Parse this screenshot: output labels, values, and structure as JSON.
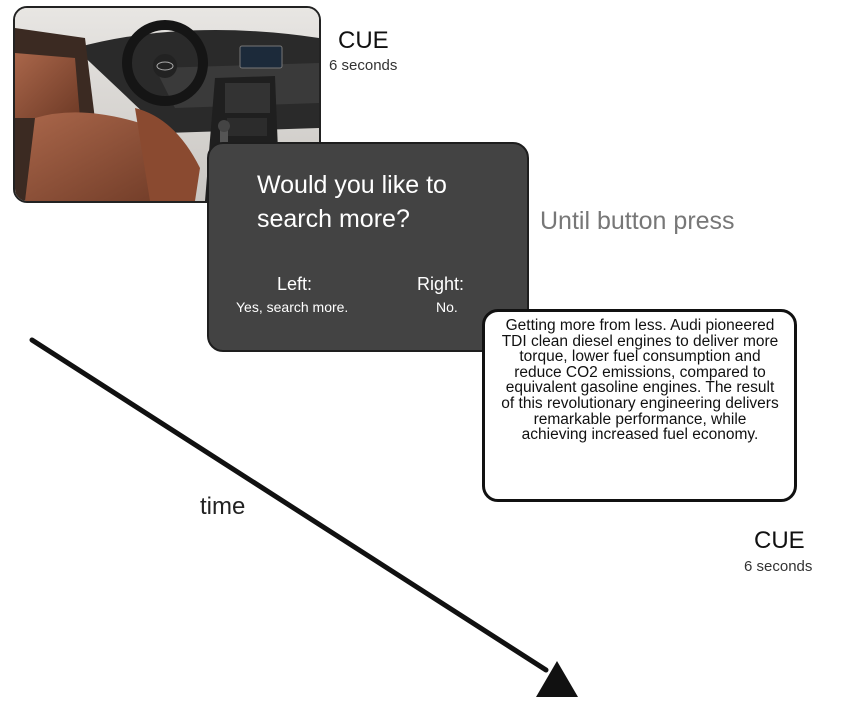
{
  "cue_top": {
    "title": "CUE",
    "duration": "6 seconds"
  },
  "decision": {
    "question": "Would you like to search more?",
    "left_title": "Left:",
    "left_text": "Yes, search more.",
    "right_title": "Right:",
    "right_text": "No."
  },
  "until_label": "Until button press",
  "ad_text": "Getting more from less. Audi pioneered TDI clean diesel engines to deliver more torque, lower fuel consumption and reduce CO2 emissions, compared to equivalent gasoline engines. The result of this revolutionary engineering delivers remarkable performance, while achieving increased fuel economy.",
  "cue_bottom": {
    "title": "CUE",
    "duration": "6 seconds"
  },
  "time_label": "time",
  "colors": {
    "screen_bg": "#434343",
    "label_gray": "#777777",
    "arrow": "#111111"
  }
}
